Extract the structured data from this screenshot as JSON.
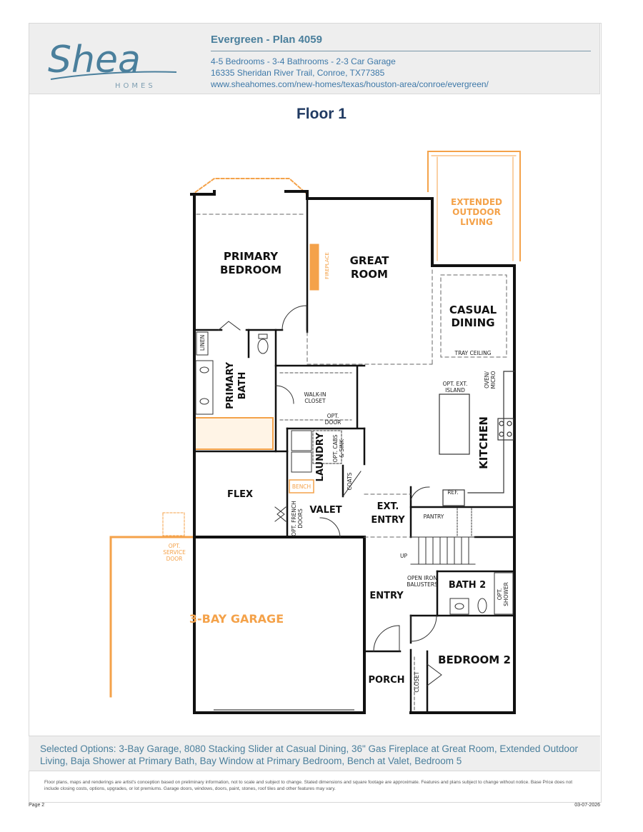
{
  "header": {
    "logo_brand": "Shea",
    "logo_sub": "HOMES",
    "title": "Evergreen - Plan 4059",
    "specs": "4-5 Bedrooms - 3-4 Bathrooms - 2-3 Car Garage",
    "address": "16335 Sheridan River Trail, Conroe, TX77385",
    "url": "www.sheahomes.com/new-homes/texas/houston-area/conroe/evergreen/"
  },
  "floor_title": "Floor 1",
  "rooms": {
    "primary_bedroom_1": "PRIMARY",
    "primary_bedroom_2": "BEDROOM",
    "great_room_1": "GREAT",
    "great_room_2": "ROOM",
    "fireplace": "FIREPLACE",
    "extended_1": "EXTENDED",
    "extended_2": "OUTDOOR",
    "extended_3": "LIVING",
    "casual_dining_1": "CASUAL",
    "casual_dining_2": "DINING",
    "tray_ceiling": "TRAY CEILING",
    "linen": "LINEN",
    "primary_bath_1": "PRIMARY",
    "primary_bath_2": "BATH",
    "walk_in_1": "WALK-IN",
    "walk_in_2": "CLOSET",
    "opt_door_1": "OPT.",
    "opt_door_2": "DOOR",
    "opt_island_1": "OPT. EXT.",
    "opt_island_2": "ISLAND",
    "oven_1": "OVEN/",
    "oven_2": "MICRO",
    "kitchen": "KITCHEN",
    "laundry": "LAUNDRY",
    "opt_cabs_1": "OPT. CABS",
    "opt_cabs_2": "& SINK",
    "coats": "COATS",
    "bench": "BENCH",
    "flex": "FLEX",
    "french_1": "OPT. FRENCH",
    "french_2": "DOORS",
    "valet": "VALET",
    "ext_entry_1": "EXT.",
    "ext_entry_2": "ENTRY",
    "ref": "REF.",
    "pantry": "PANTRY",
    "opt_service_1": "OPT.",
    "opt_service_2": "SERVICE",
    "opt_service_3": "DOOR",
    "up": "UP",
    "open_iron_1": "OPEN IRON",
    "open_iron_2": "BALUSTERS",
    "bath2": "BATH 2",
    "opt_shower_1": "OPT.",
    "opt_shower_2": "SHOWER",
    "garage": "3-BAY GARAGE",
    "entry": "ENTRY",
    "porch": "PORCH",
    "bedroom2": "BEDROOM 2",
    "closet": "CLOSET"
  },
  "footer": {
    "options": "Selected Options: 3-Bay Garage, 8080 Stacking Slider at Casual Dining, 36\" Gas Fireplace at Great Room, Extended Outdoor Living, Baja Shower at Primary Bath, Bay Window at Primary Bedroom, Bench at Valet, Bedroom 5",
    "disclaimer": "Floor plans, maps and renderings are artist's conception based on preliminary information, not to scale and subject to change. Stated dimensions and square footage are approximate. Features and plans subject to change without notice. Base Price does not include closing costs, options, upgrades, or lot premiums. Garage doors, windows, doors, paint, stones, roof tiles and other features may vary.",
    "page": "Page 2",
    "date": "03-07-2026"
  },
  "colors": {
    "brand_blue": "#4a7f9c",
    "title_navy": "#203a62",
    "option_orange": "#f4a24a",
    "wall": "#111111"
  }
}
